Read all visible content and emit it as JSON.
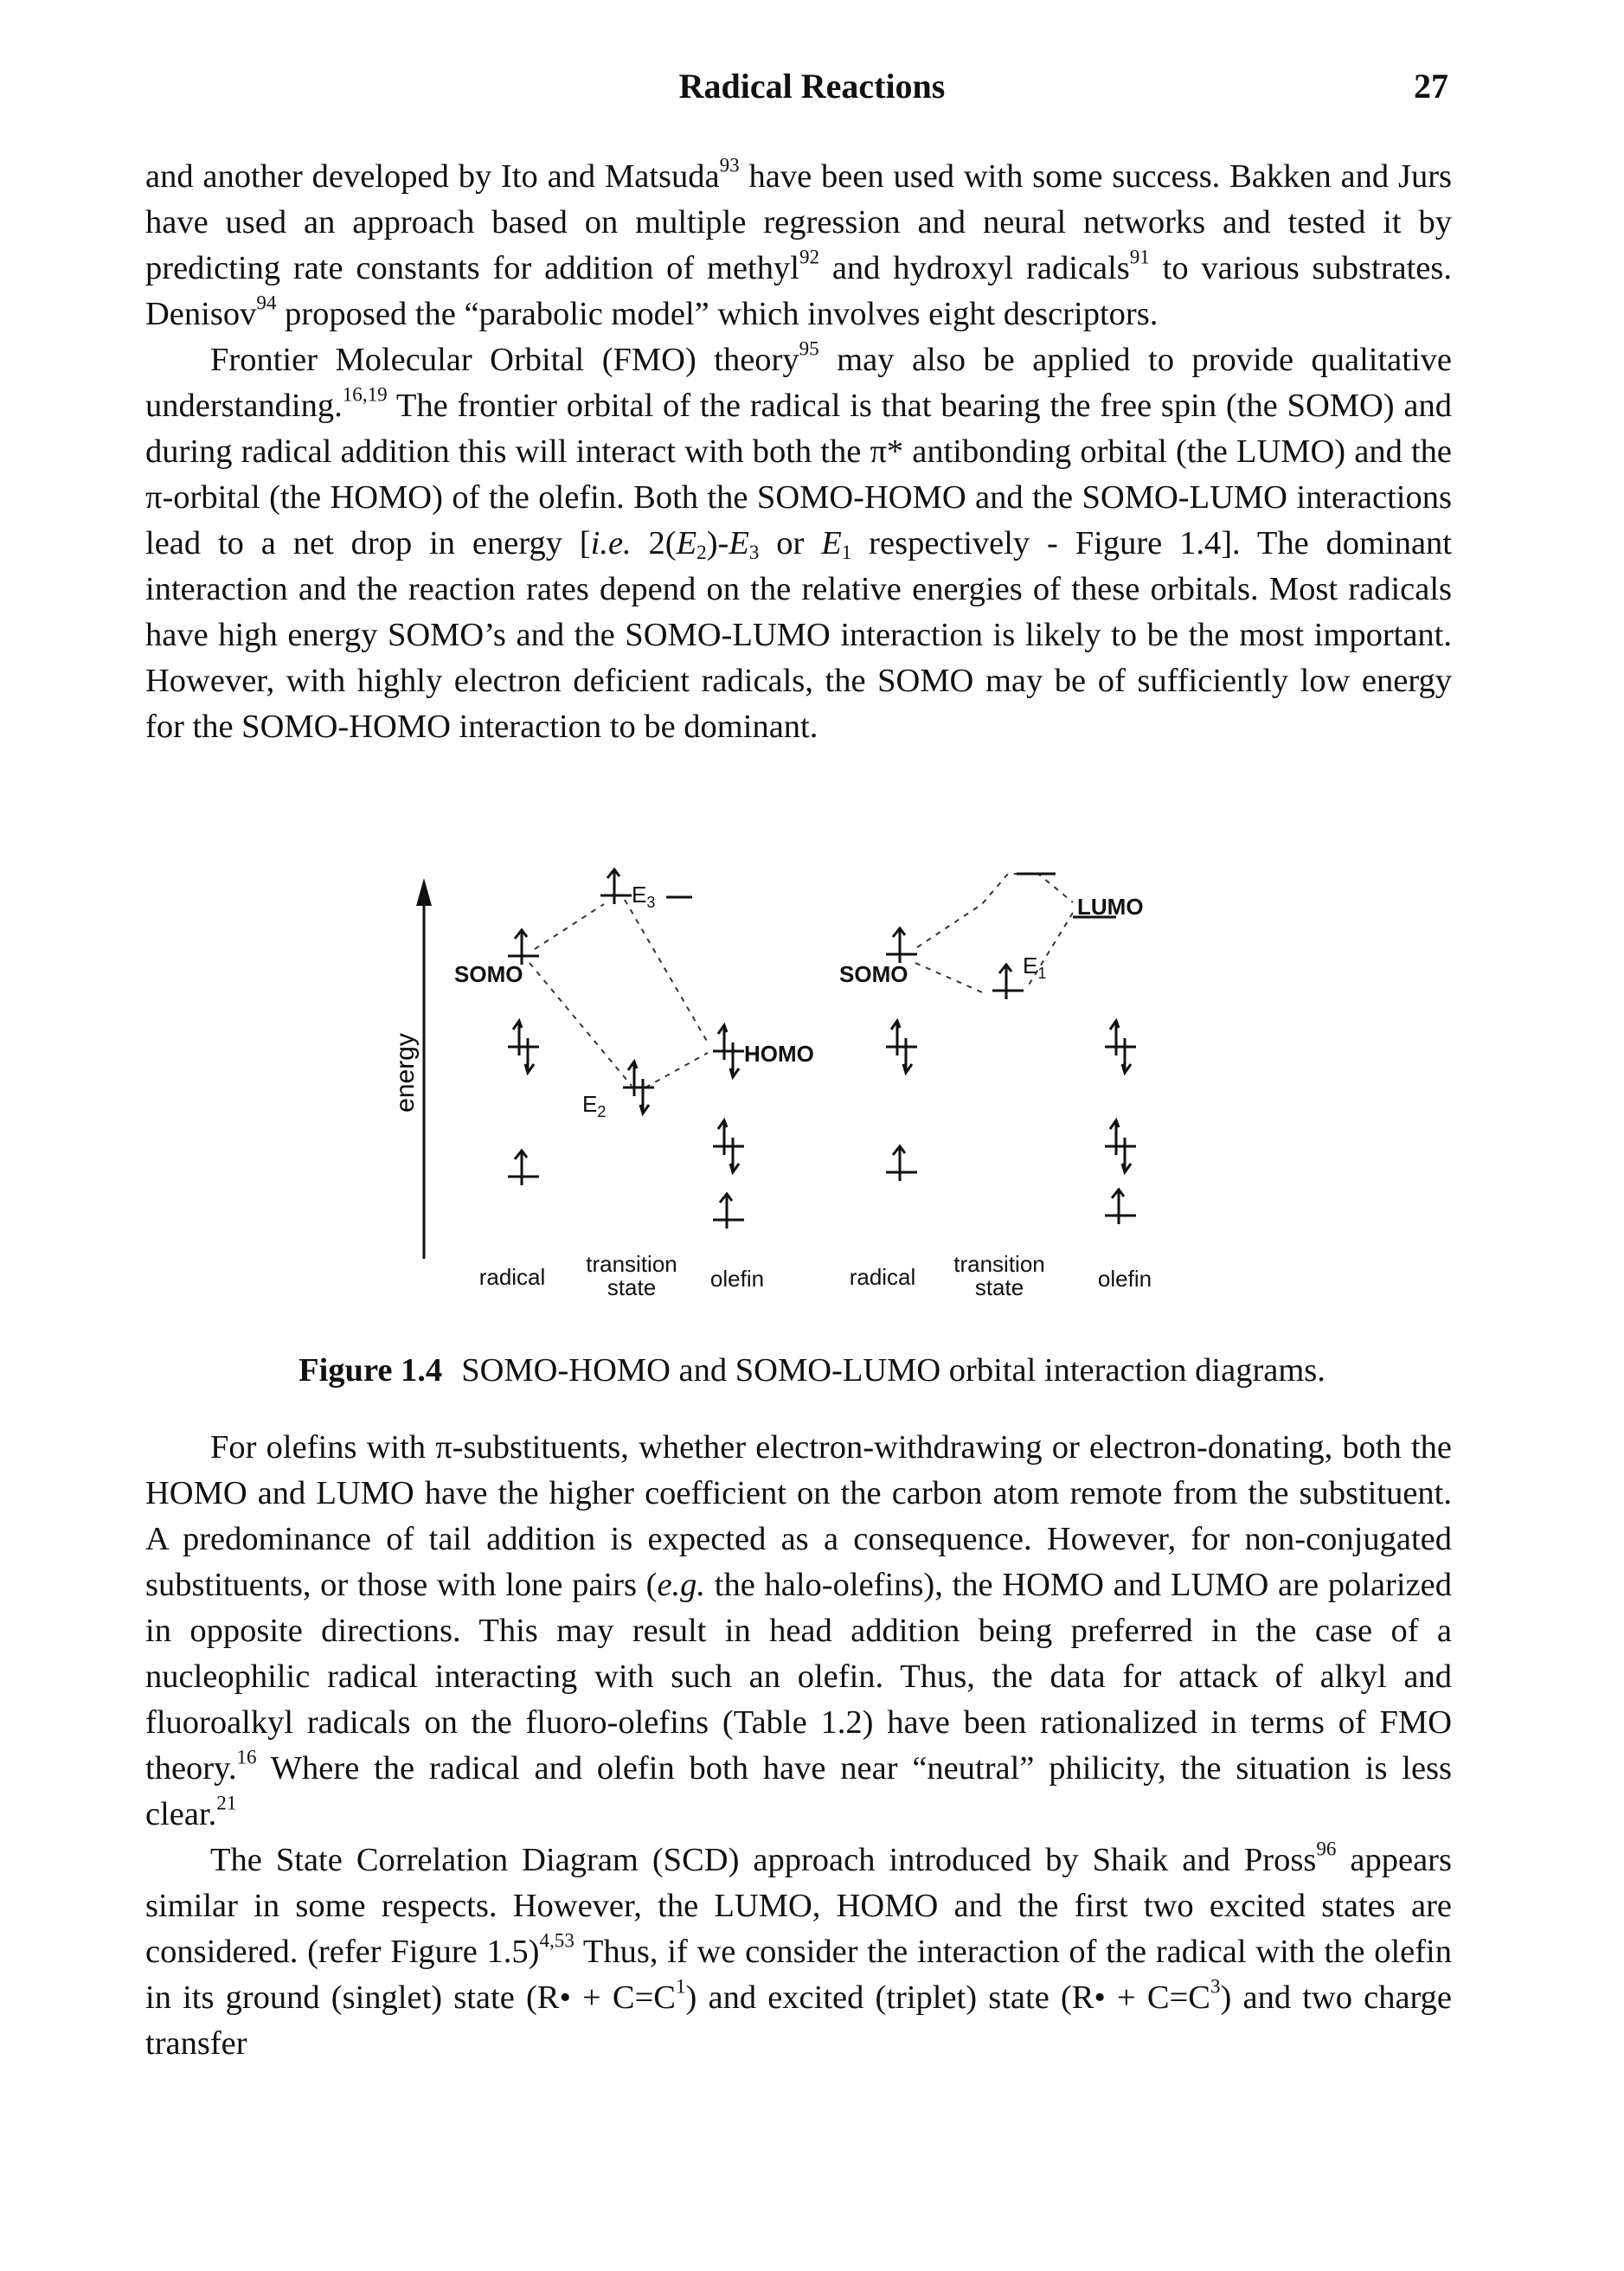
{
  "header": {
    "title": "Radical Reactions",
    "page_number": "27"
  },
  "para1": {
    "t1": "and another developed by Ito and Matsuda",
    "r1": "93",
    "t2": " have been used with some success. Bakken and Jurs have used an approach based on multiple regression and neural networks and tested it by predicting rate constants for addition of methyl",
    "r2": "92",
    "t3": " and hydroxyl radicals",
    "r3": "91",
    "t4": " to various substrates. Denisov",
    "r4": "94",
    "t5": " proposed the “parabolic model” which involves eight descriptors."
  },
  "para2": {
    "t1": "Frontier Molecular Orbital (FMO) theory",
    "r1": "95",
    "t2": " may also be applied to provide qualitative understanding.",
    "r2": "16,19",
    "t3": " The frontier orbital of the radical is that bearing the free spin (the SOMO) and during radical addition this will interact with both the π* antibonding orbital (the LUMO) and the π-orbital (the HOMO) of the olefin. Both the SOMO-HOMO and the SOMO-LUMO interactions lead to a net drop in energy [",
    "ie": "i.e.",
    "t4": " 2(",
    "e": "E",
    "s2": "2",
    "t5": ")-",
    "s3": "3",
    "t6": " or ",
    "s1": "1",
    "t7": " respectively - Figure 1.4]. The dominant interaction and the reaction rates depend on the relative energies of these orbitals. Most radicals have high energy SOMO’s and the SOMO-LUMO interaction is likely to be the most important. However, with highly electron deficient radicals, the SOMO may be of sufficiently low energy for the SOMO-HOMO interaction to be dominant."
  },
  "figure": {
    "axis_label": "energy",
    "somo": "SOMO",
    "homo": "HOMO",
    "lumo": "LUMO",
    "e": "E",
    "e3_sub": "3",
    "e2_sub": "2",
    "e1_sub": "1",
    "radical": "radical",
    "transition": "transition",
    "state": "state",
    "olefin": "olefin"
  },
  "caption": {
    "label": "Figure 1.4",
    "text": "SOMO-HOMO and SOMO-LUMO orbital interaction diagrams."
  },
  "para3": {
    "t1": "For olefins with π-substituents, whether electron-withdrawing or electron-donating, both the HOMO and LUMO have the higher coefficient on the carbon atom remote from the substituent. A predominance of tail addition is expected as a consequence. However, for non-conjugated substituents, or those with lone pairs (",
    "eg": "e.g.",
    "t2": " the halo-olefins), the HOMO and LUMO are polarized in opposite directions. This may result in head addition being preferred in the case of a nucleophilic radical interacting with such an olefin. Thus, the data for attack of alkyl and fluoroalkyl radicals on the fluoro-olefins (Table 1.2) have been rationalized in terms of FMO theory.",
    "r1": "16",
    "t3": " Where the radical and olefin both have near “neutral” philicity, the situation is less clear.",
    "r2": "21"
  },
  "para4": {
    "t1": "The State Correlation Diagram (SCD) approach introduced by Shaik and Pross",
    "r1": "96",
    "t2": " appears similar in some respects. However, the LUMO, HOMO and the first two excited states are considered. (refer Figure 1.5)",
    "r2": "4,53",
    "t3": " Thus, if we consider the interaction of the radical with the olefin in its ground (singlet) state (R• + C=C",
    "s1": "1",
    "t4": ") and excited (triplet) state (R• + C=C",
    "s2": "3",
    "t5": ") and two charge transfer"
  }
}
